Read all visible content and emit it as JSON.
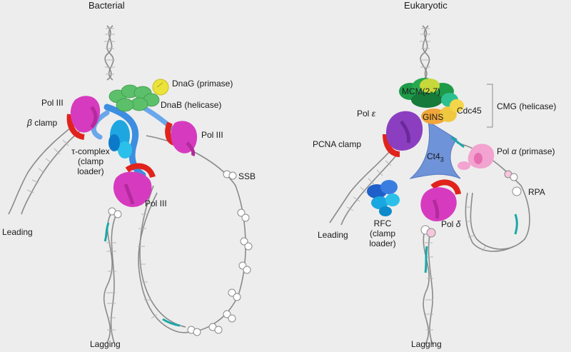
{
  "panels": {
    "bacterial": {
      "title": "Bacterial",
      "labels": {
        "dnag": "DnaG (primase)",
        "dnab": "DnaB (helicase)",
        "pol3_left": "Pol III",
        "beta_clamp_sym": "β",
        "beta_clamp_text": " clamp",
        "pol3_right": "Pol III",
        "tau_complex": "τ-complex",
        "clamp": "(clamp",
        "loader": "loader)",
        "ssb": "SSB",
        "pol3_bottom": "Pol III",
        "leading": "Leading",
        "lagging": "Lagging"
      }
    },
    "eukaryotic": {
      "title": "Eukaryotic",
      "labels": {
        "mcm": "MCM(2-7)",
        "gins": "GINS",
        "cdc45": "Cdc45",
        "cmg": "CMG (helicase)",
        "pol_epsilon_text": "Pol ",
        "pol_epsilon_sym": "ε",
        "pcna": "PCNA clamp",
        "ctf4_text": "Ct4",
        "ctf4_sub": "3",
        "pol_alpha_text": "Pol ",
        "pol_alpha_sym": "α",
        "pol_alpha_rest": " (primase)",
        "rpa": "RPA",
        "rfc": "RFC",
        "rfc_clamp": "(clamp",
        "rfc_loader": "loader)",
        "pol_delta_text": "Pol ",
        "pol_delta_sym": "δ",
        "leading": "Leading",
        "lagging": "Lagging"
      }
    }
  },
  "colors": {
    "background": "#ededed",
    "dna_strand": "#8a8a8a",
    "polymerase_magenta": "#d63bbf",
    "clamp_red": "#e0231c",
    "helicase_green": "#5cbf6a",
    "primase_yellow": "#ece33a",
    "clamp_loader_blue": "#3d8de0",
    "pol_epsilon_purple": "#8b3fc0",
    "gins_orange": "#f0a63a",
    "ctf4_blue": "#6f93d8",
    "pol_alpha_pink": "#f2a3cf",
    "primer_teal": "#1aa8a8"
  }
}
